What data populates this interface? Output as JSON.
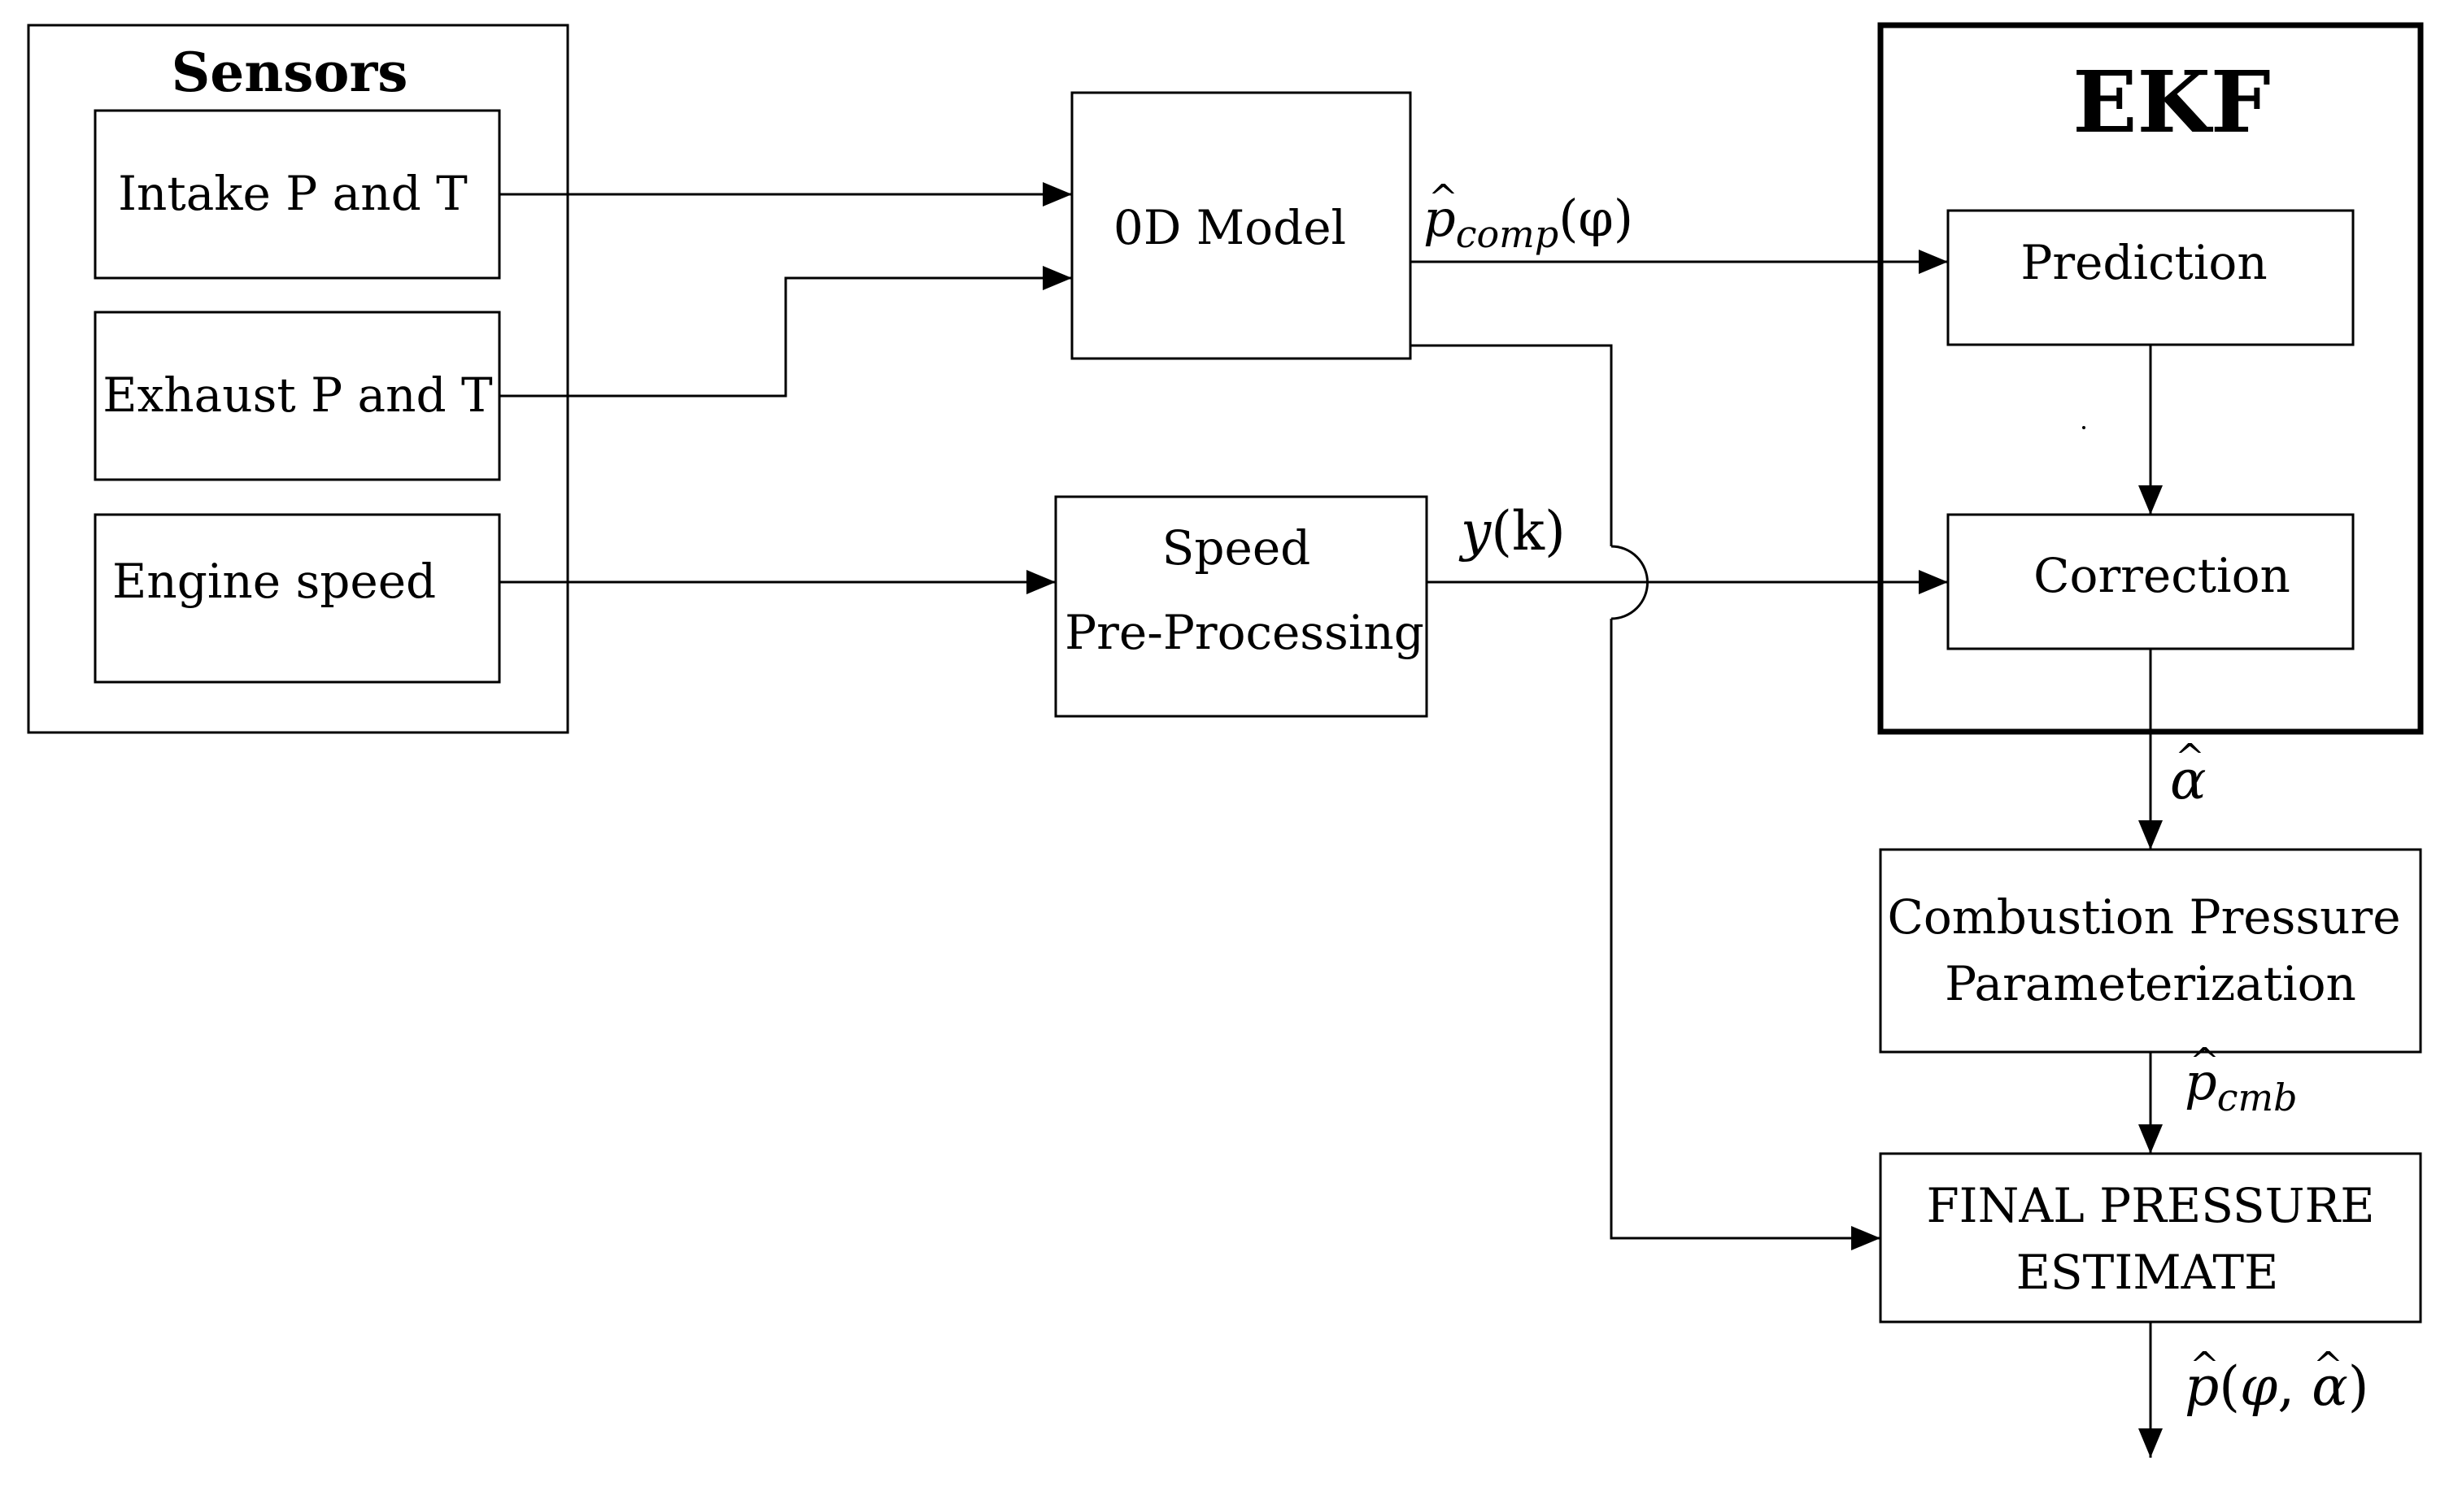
{
  "sensors": {
    "title": "Sensors",
    "intake": "Intake P and T",
    "exhaust": "Exhaust P and T",
    "engine_speed": "Engine speed"
  },
  "model": {
    "label": "0D Model"
  },
  "speed_proc": {
    "line1": "Speed",
    "line2": "Pre-Processing"
  },
  "ekf": {
    "title": "EKF",
    "prediction": "Prediction",
    "correction": "Correction"
  },
  "combustion": {
    "line1": "Combustion Pressure",
    "line2": "Parameterization"
  },
  "final": {
    "line1": "FINAL PRESSURE",
    "line2": "ESTIMATE"
  },
  "signals": {
    "p_comp": {
      "base": "p",
      "sub": "comp",
      "arg": "(φ)"
    },
    "y_k": {
      "base": "y",
      "arg": "(k)"
    },
    "alpha_hat": {
      "base": "α"
    },
    "p_cmb": {
      "base": "p",
      "sub": "cmb"
    },
    "p_final": {
      "base": "p",
      "open": "(",
      "phi": "φ",
      "comma": ", ",
      "alpha": "α",
      "close": ")"
    }
  }
}
